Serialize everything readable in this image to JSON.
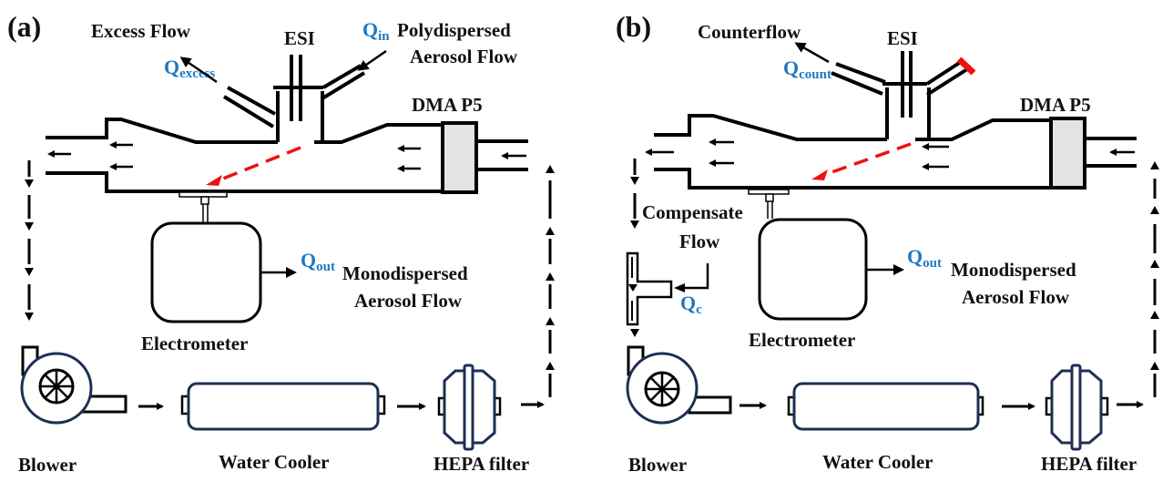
{
  "figure": {
    "panels": [
      {
        "id": "a",
        "label": "(a)",
        "labels": {
          "excess_flow": "Excess Flow",
          "esi": "ESI",
          "q_excess": "Q",
          "q_excess_sub": "excess",
          "q_in": "Q",
          "q_in_sub": "in",
          "poly_line1": "Polydispersed",
          "poly_line2": "Aerosol Flow",
          "dma": "DMA P5",
          "q_out": "Q",
          "q_out_sub": "out",
          "mono_line1": "Monodispersed",
          "mono_line2": "Aerosol Flow",
          "electrometer": "Electrometer",
          "blower": "Blower",
          "water_cooler": "Water Cooler",
          "hepa": "HEPA filter"
        }
      },
      {
        "id": "b",
        "label": "(b)",
        "labels": {
          "counterflow": "Counterflow",
          "esi": "ESI",
          "q_count": "Q",
          "q_count_sub": "count",
          "dma": "DMA P5",
          "compensate_line1": "Compensate",
          "compensate_line2": "Flow",
          "q_c": "Q",
          "q_c_sub": "c",
          "q_out": "Q",
          "q_out_sub": "out",
          "mono_line1": "Monodispersed",
          "mono_line2": "Aerosol Flow",
          "electrometer": "Electrometer",
          "blower": "Blower",
          "water_cooler": "Water Cooler",
          "hepa": "HEPA filter"
        }
      }
    ],
    "colors": {
      "flow_label": "#1f78c1",
      "particle_path": "#ee1111",
      "blocked_port": "#ee1111",
      "dma_electrode": "#e3e3e3",
      "component_outline": "#1d2f52"
    }
  }
}
